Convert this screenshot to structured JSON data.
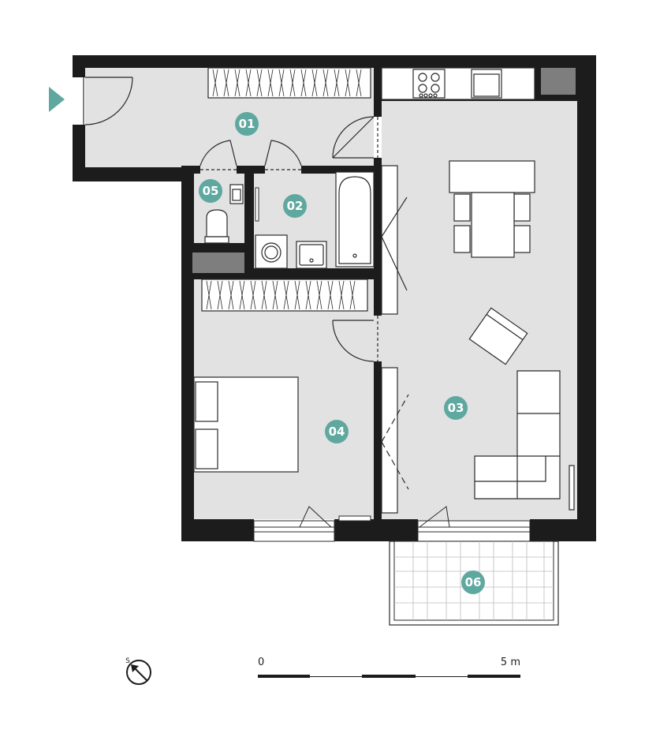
{
  "colors": {
    "wall": "#1c1c1c",
    "floor": "#e2e2e2",
    "accent": "#5fa8a0",
    "gray_block": "#7e7e7e",
    "line": "#2a2a2a"
  },
  "entrance_marker": "entrance-arrow-icon",
  "rooms": [
    {
      "id": "01"
    },
    {
      "id": "02"
    },
    {
      "id": "03"
    },
    {
      "id": "04"
    },
    {
      "id": "05"
    },
    {
      "id": "06"
    }
  ],
  "compass": {
    "label": "S",
    "icon": "compass-north-arrow-icon"
  },
  "scale_bar": {
    "start_label": "0",
    "end_label": "5 m"
  }
}
